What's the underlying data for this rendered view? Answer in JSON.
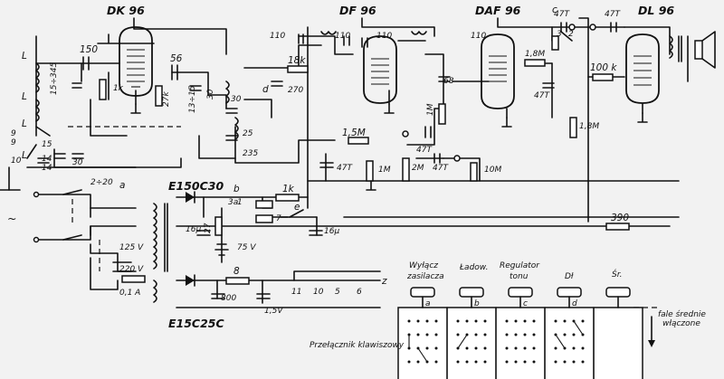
{
  "tubes": {
    "dk96": "DK 96",
    "df96": "DF 96",
    "daf96": "DAF 96",
    "dl96": "DL 96"
  },
  "rectifiers": {
    "top": "E150C30",
    "bottom": "E15C25C"
  },
  "components": {
    "c150": "150",
    "range": "15÷345",
    "r1k_a": "1k",
    "l1": "L",
    "l2": "L",
    "l3": "L",
    "l4": "L",
    "c56": "56",
    "r27k": "27k",
    "tune": "13÷15",
    "c30a": "30",
    "c30b": "30",
    "c110a": "110",
    "c110b": "110",
    "c110c": "110",
    "c110d": "110",
    "r18k": "18k",
    "c270": "270",
    "c25": "25",
    "c235": "235",
    "r15m": "1,5M",
    "c47t_a": "47T",
    "c47t_b": "47T",
    "c47t_c": "47T",
    "c47t_d": "47T",
    "c47t_e": "47T",
    "c47t_f": "47T",
    "r1m_a": "1M",
    "r1m_b": "1M",
    "r2m": "2M",
    "r10m": "10M",
    "c68": "68",
    "r18m_a": "1,8M",
    "r18m_b": "1,8M",
    "r100k": "100 k",
    "r1k_b": "1k",
    "r27": "27",
    "c16u_a": "16μ",
    "c16u_b": "16μ",
    "v75": "75 V",
    "r390": "390",
    "v125": "125 V",
    "v220": "220 V",
    "fuse": "0,1 A",
    "r8": "8",
    "c800": "800",
    "v15": "1,5V",
    "c2_20": "2÷20",
    "c10": "10",
    "c15": "15",
    "c9": "9",
    "c14": "14",
    "c30c": "30"
  },
  "switch_labels": {
    "lbl_a": "a",
    "lbl_b": "b",
    "lbl_c": "c",
    "lbl_d": "d",
    "lbl_e": "e",
    "lbl_z": "z",
    "n1": "1",
    "n2": "2",
    "n3": "3",
    "n3a": "3a",
    "n5": "5",
    "n6": "6",
    "n7": "7",
    "n9": "9",
    "n10": "10",
    "n11": "11",
    "n14": "14"
  },
  "panel": {
    "caption": "Przełącznik klawiszowy",
    "keys": [
      {
        "label_1": "Wyłącz",
        "label_2": "zasilacza",
        "letter": "a"
      },
      {
        "label_1": "Ładow.",
        "label_2": "",
        "letter": "b"
      },
      {
        "label_1": "Regulator",
        "label_2": "tonu",
        "letter": "c"
      },
      {
        "label_1": "Dł",
        "label_2": "",
        "letter": "d"
      },
      {
        "label_1": "Śr.",
        "label_2": "",
        "letter": ""
      }
    ],
    "note_1": "fale średnie",
    "note_2": "włączone"
  }
}
